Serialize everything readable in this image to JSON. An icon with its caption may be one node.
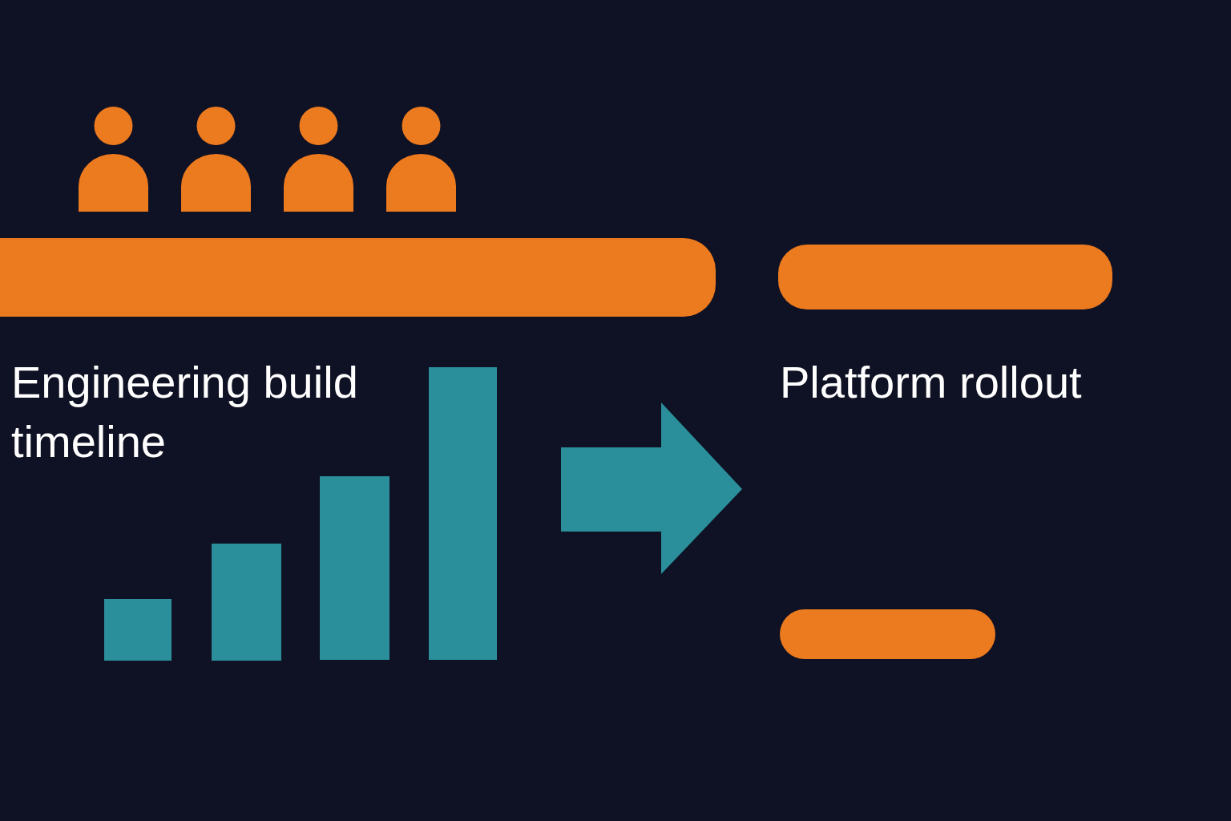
{
  "diagram": {
    "nodes": [
      {
        "text": [],
        "shape": "bar"
      },
      {
        "text": [],
        "shape": "bar"
      },
      {
        "text": [],
        "shape": "bar"
      }
    ],
    "labels": [
      "Engineering build timeline",
      "Platform rollout"
    ]
  }
}
